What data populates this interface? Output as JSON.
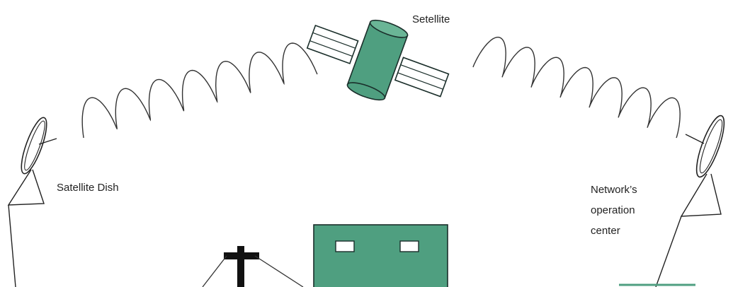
{
  "labels": {
    "satellite": "Setellite",
    "dish": "Satellite Dish",
    "noc_line1": "Network’s",
    "noc_line2": "operation",
    "noc_line3": "center"
  },
  "colors": {
    "green": "#4f9f80",
    "outline": "#1a2e2a",
    "line": "#333333"
  }
}
